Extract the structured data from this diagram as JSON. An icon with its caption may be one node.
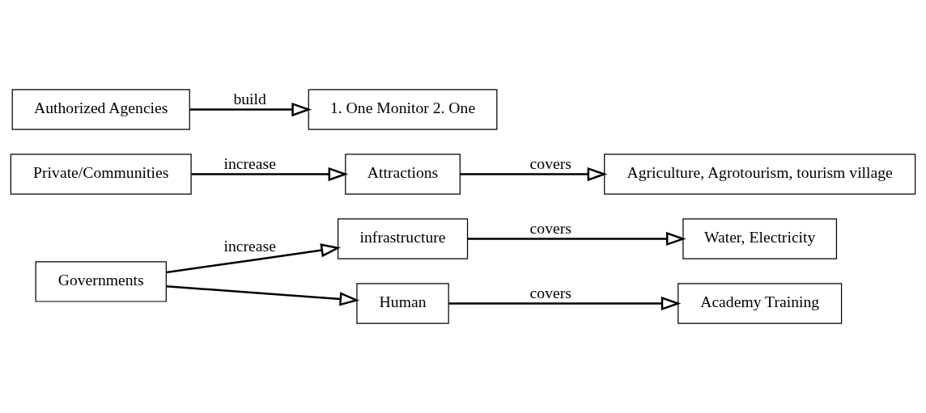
{
  "diagram": {
    "nodes": [
      {
        "text": [
          "Governments"
        ]
      },
      {
        "text": [
          "infrastructure"
        ]
      },
      {
        "text": [
          "Human"
        ]
      },
      {
        "text": [
          "Water, Electricity"
        ]
      },
      {
        "text": [
          "Academy Training"
        ]
      },
      {
        "text": [
          "Private/Communities"
        ]
      },
      {
        "text": [
          "Attractions"
        ]
      },
      {
        "text": [
          "Agriculture, Agrotourism, tourism village"
        ]
      },
      {
        "text": [
          "Authorized Agencies"
        ]
      },
      {
        "text": [
          "1. One Monitor 2. One"
        ]
      }
    ],
    "edges": [
      {
        "from": 0,
        "to": 1,
        "arrow": "to",
        "label": "increase"
      },
      {
        "from": 0,
        "to": 2,
        "arrow": "to"
      },
      {
        "from": 1,
        "to": 3,
        "arrow": "to",
        "label": "covers"
      },
      {
        "from": 2,
        "to": 4,
        "arrow": "to",
        "label": "covers"
      },
      {
        "from": 5,
        "to": 6,
        "arrow": "to",
        "label": "increase"
      },
      {
        "from": 6,
        "to": 7,
        "arrow": "to",
        "label": "covers"
      },
      {
        "from": 8,
        "to": 9,
        "arrow": "to",
        "label": "build"
      }
    ]
  }
}
